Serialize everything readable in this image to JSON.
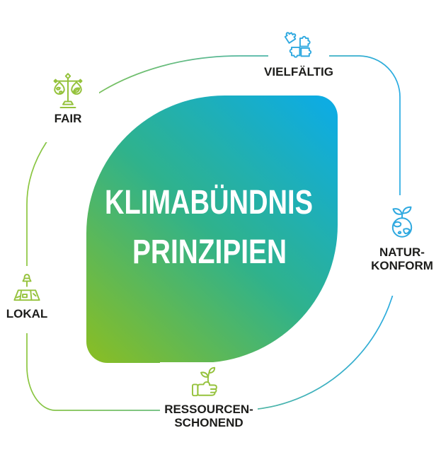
{
  "title": {
    "line1": "KLIMABÜNDNIS",
    "line2": "PRINZIPIEN"
  },
  "colors": {
    "leaf_gradient_start": "#85BD29",
    "leaf_gradient_mid": "#2FB28C",
    "leaf_gradient_end": "#0EACE2",
    "ring_gradient_start": "#8CC63F",
    "ring_gradient_end": "#29ABE2",
    "icon_green": "#95C23C",
    "icon_blue": "#2FA9E0",
    "label_text": "#1D1D1B",
    "title_text": "#FFFFFF"
  },
  "principles": {
    "fair": {
      "label": "FAIR",
      "icon": "balance-scale-icon"
    },
    "vielfaeltig": {
      "label": "VIELFÄLTIG",
      "icon": "puzzle-pieces-icon"
    },
    "natur_konform": {
      "label_line1": "NATUR-",
      "label_line2": "KONFORM",
      "icon": "globe-sprout-icon"
    },
    "ressourcen_schonend": {
      "label_line1": "RESSOURCEN-",
      "label_line2": "SCHONEND",
      "icon": "hand-plant-icon"
    },
    "lokal": {
      "label": "LOKAL",
      "icon": "map-pin-icon"
    }
  }
}
